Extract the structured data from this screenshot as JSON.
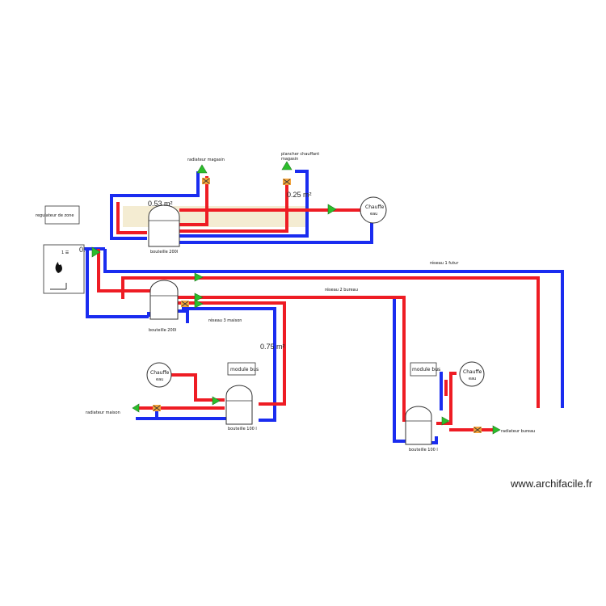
{
  "labels": {
    "regulateur": "regulateur de zone",
    "radiateur_magasin": "radiateur magasin",
    "plancher_l1": "plancher chauffant",
    "plancher_l2": "magasin",
    "area1": "0.53 m²",
    "area2": "0.25 m²",
    "area3": "0.75 m²",
    "boiler_mark": "0.",
    "bouteille_top": "bouteille 200l",
    "bouteille_mid": "bouteille 200l",
    "reseau1": "réseau 1 futur",
    "reseau2": "réseau 2 bureau",
    "reseau3": "réseau 3 maison",
    "module_bus_left": "module bus",
    "module_bus_right": "module bus",
    "radiateur_maison": "radiateur maison",
    "bouteille_left": "bouteille 100 l",
    "bouteille_right": "bouteille 100 l",
    "radiateur_bureau": "radiateur bureau",
    "chauffe_top_l1": "Chauffe",
    "chauffe_top_l2": "eau",
    "chauffe_left_l1": "Chauffe",
    "chauffe_left_l2": "eau",
    "chauffe_right_l1": "Chauffe",
    "chauffe_right_l2": "eau",
    "boiler_display": "1 ☰"
  },
  "colors": {
    "hot": "#ee1c24",
    "cold": "#1a2cf0",
    "pump": "#2bbd2b",
    "valve": "#f2a23a",
    "floor": "#f4ecd2"
  },
  "icons": {
    "flame": "flame-icon",
    "pump": "pump-icon",
    "valve": "valve-icon"
  },
  "watermark": "www.archifacile.fr"
}
